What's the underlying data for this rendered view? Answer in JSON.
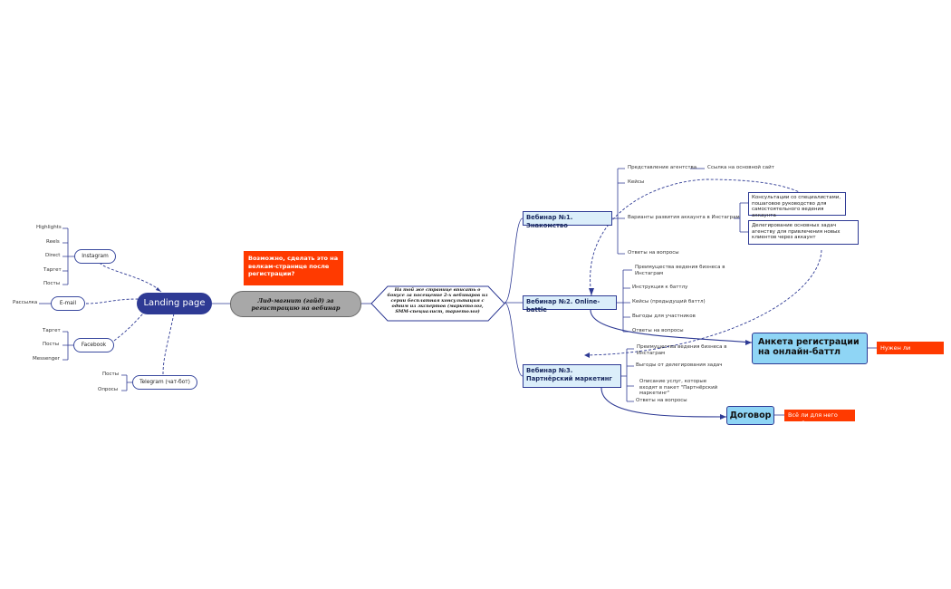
{
  "central": {
    "label": "Landing page"
  },
  "lead_magnet": {
    "label": "Лид-магнит (гайд) за регистрацию на вебинар"
  },
  "question_note": {
    "label": "Возможно, сделать это на велкам-странице после регистрации?"
  },
  "hexagon": {
    "label": "На той же странице вписать о бонусе за посещение 2-х вебинаров из серии бесплатная консультация с одним из экспертов (маркетолог, SMM-специалист, таргетолог)"
  },
  "sources": {
    "instagram": {
      "label": "Instagram",
      "items": [
        "Highlights",
        "Reels",
        "Direct",
        "Таргет",
        "Посты"
      ]
    },
    "email": {
      "label": "E-mail",
      "items": [
        "Рассылка"
      ]
    },
    "facebook": {
      "label": "Facebook",
      "items": [
        "Таргет",
        "Посты",
        "Messenger"
      ]
    },
    "telegram": {
      "label": "Telegram (чат-бот)",
      "items": [
        "Посты",
        "Опросы"
      ]
    }
  },
  "webinar1": {
    "label": "Вебинар №1. Знакомство",
    "items": [
      "Представление агентства",
      "Кейсы",
      "Варианты развития аккаунта в Инстаграм",
      "Ответы на вопросы"
    ],
    "link": "Ссылка на основной сайт",
    "variants": [
      "Консультации со специалистами, пошаговое руководство для самостоятельного ведения аккаунта",
      "Делегирование основных задач агенству для привлечения новых клиентов через аккаунт"
    ]
  },
  "webinar2": {
    "label": "Вебинар №2. Online-battle",
    "items": [
      "Преимущества ведения бизнеса в Инстаграм",
      "Инструкция к баттлу",
      "Кейсы (предыдущий баттл)",
      "Выгоды для участников",
      "Ответы на вопросы"
    ]
  },
  "webinar3": {
    "label": "Вебинар №3. Партнёрский маркетинг",
    "items": [
      "Преимущества ведения бизнеса в Инстаграм",
      "Выгоды от делегирования задач",
      "Описание услуг, которые входят в пакет \"Партнёрский маркетинг\"",
      "Ответы на вопросы"
    ]
  },
  "anketa": {
    "label": "Анкета регистрации на онлайн-баттл",
    "note": "Нужен ли лендинг?"
  },
  "dogovor": {
    "label": "Договор",
    "note": "Всё ли для него есть?"
  },
  "colors": {
    "navy": "#2e3a94",
    "light_blue": "#8fd5f5",
    "pale_blue": "#dbeefa",
    "orange": "#ff3a00",
    "gray": "#a8a8a8"
  }
}
